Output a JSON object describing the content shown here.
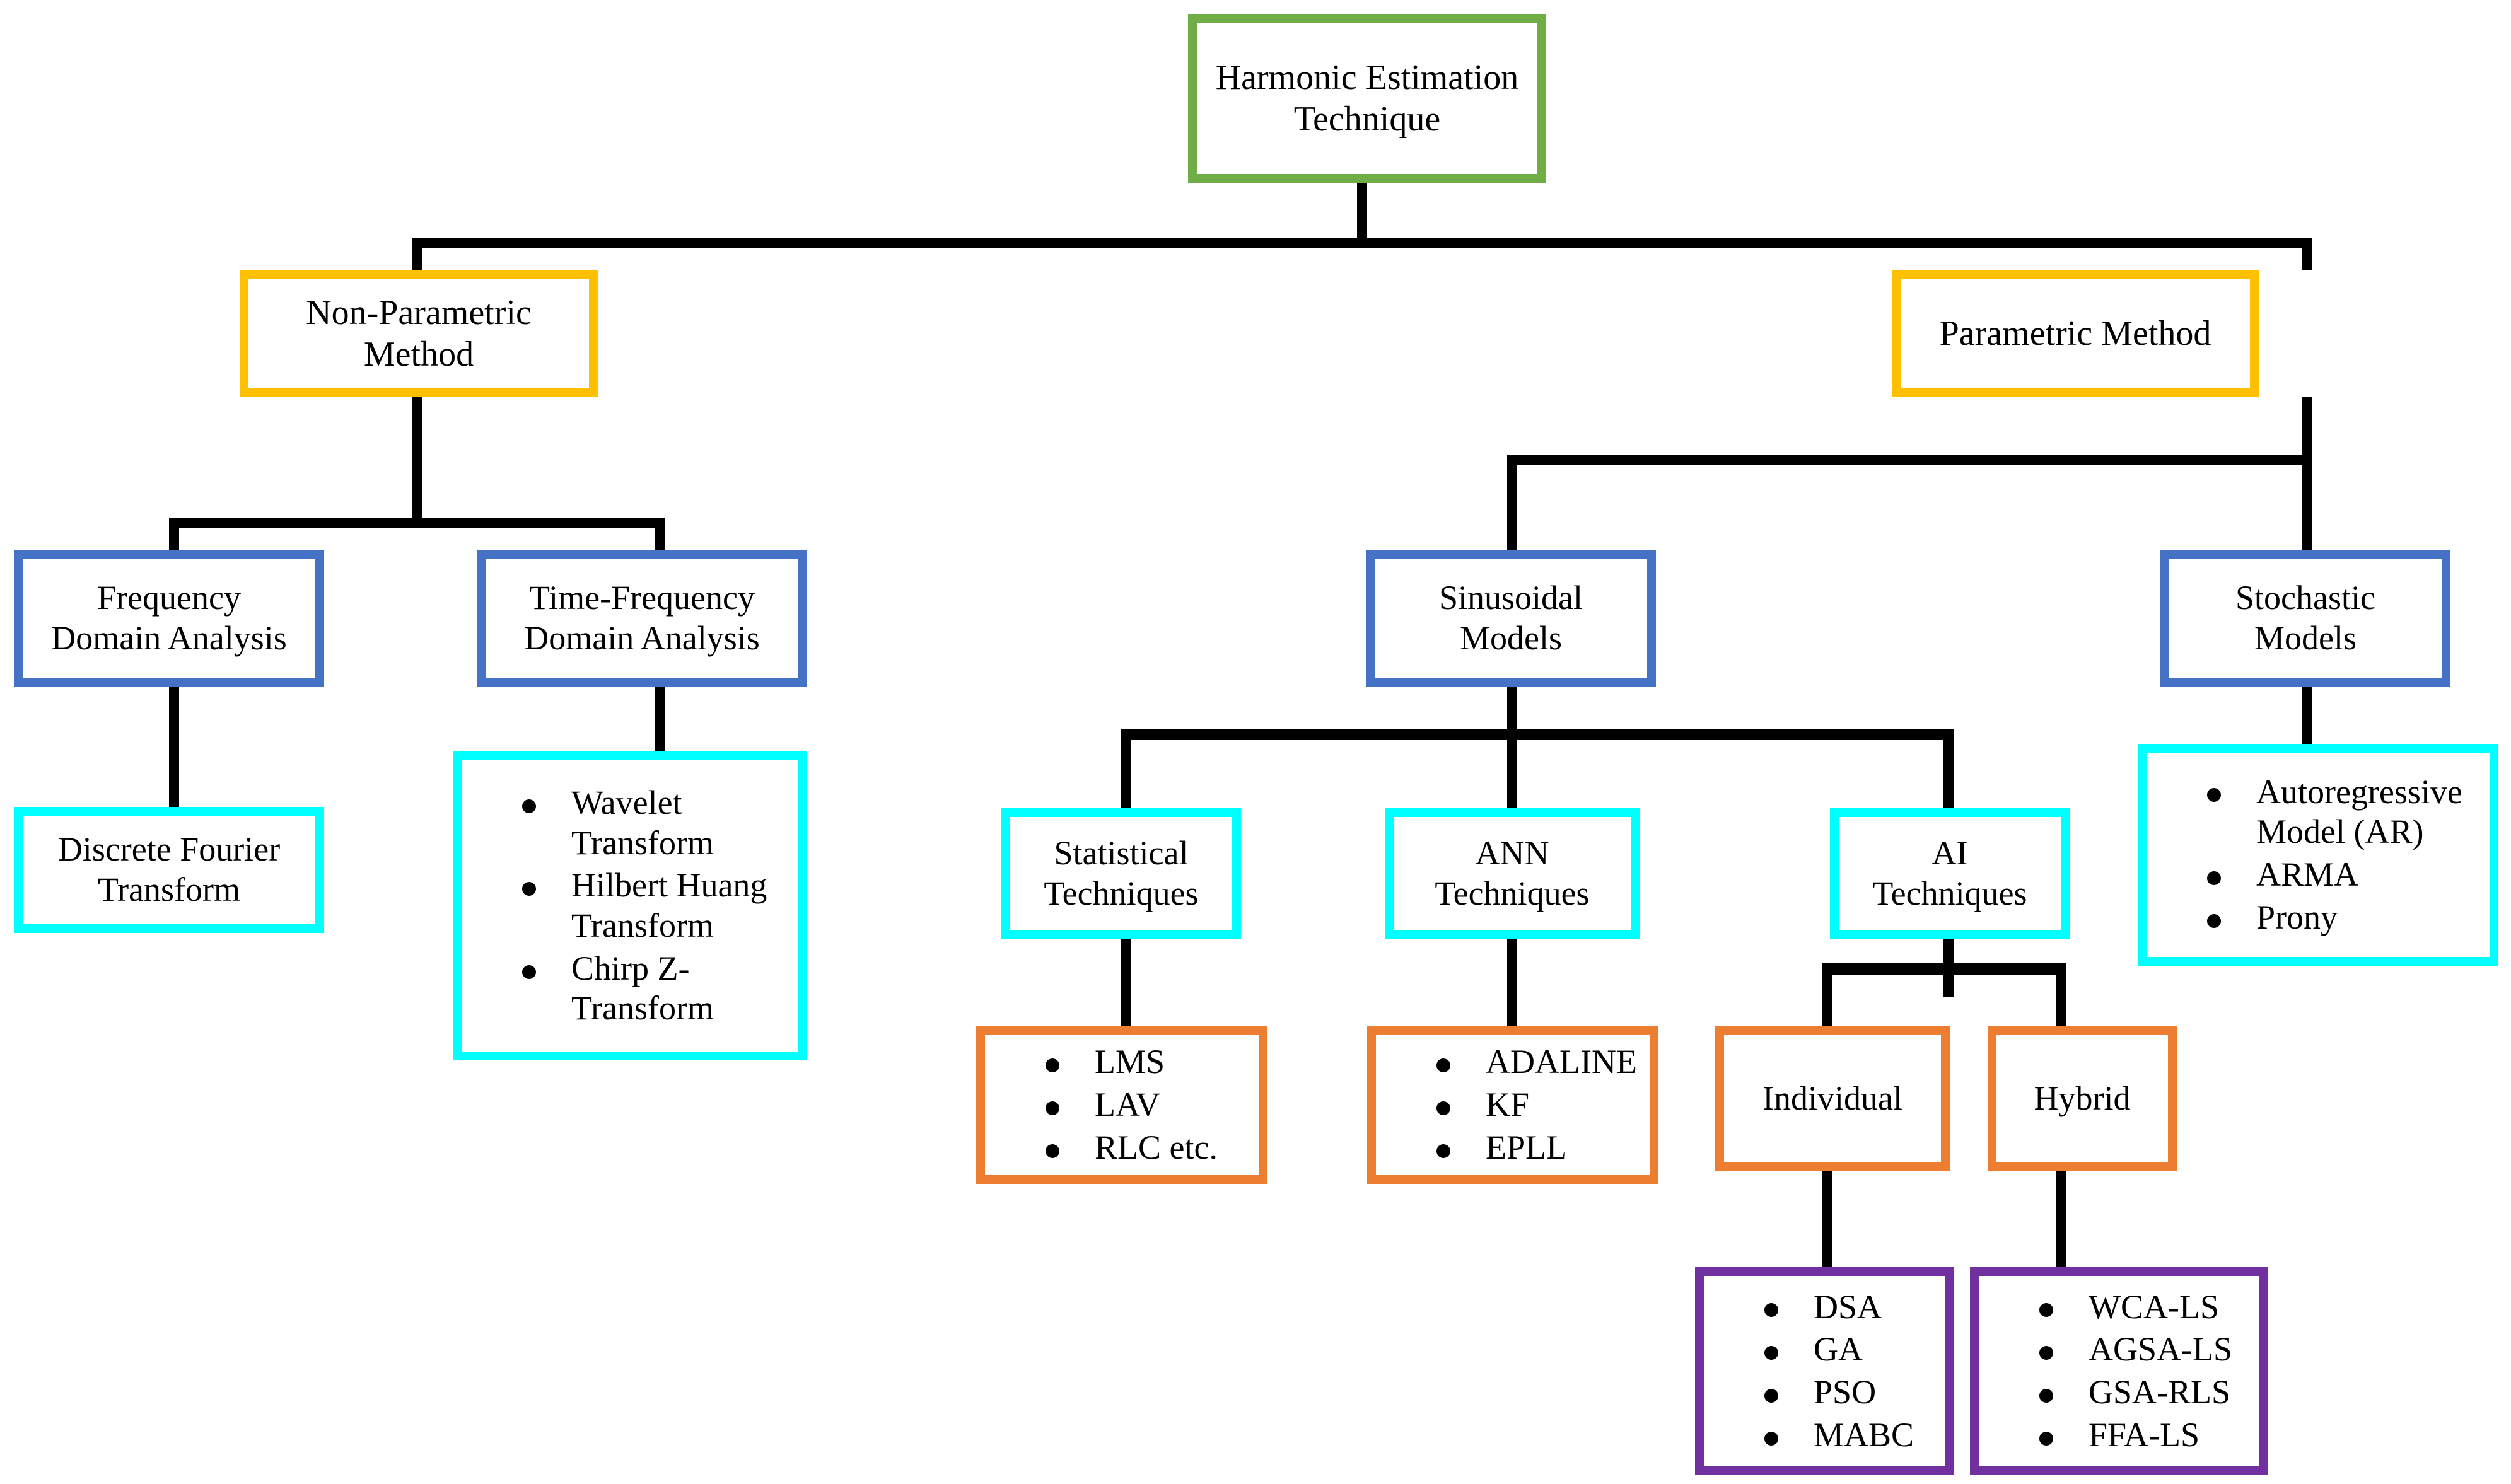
{
  "diagram": {
    "title": "Harmonic Estimation Technique taxonomy",
    "palette": {
      "root": "#70AD47",
      "level2": "#FFC000",
      "level3": "#4472C4",
      "level4": "#00FFFF",
      "level5": "#ED7D31",
      "level6": "#7030A0",
      "connector": "#000000",
      "background": "#FFFFFF",
      "text": "#000000"
    },
    "nodes": {
      "root": {
        "lines": [
          "Harmonic Estimation",
          "Technique"
        ]
      },
      "non_parametric": {
        "lines": [
          "Non-Parametric",
          "Method"
        ]
      },
      "parametric": {
        "lines": [
          "Parametric Method"
        ]
      },
      "frequency_domain": {
        "lines": [
          "Frequency",
          "Domain Analysis"
        ]
      },
      "time_frequency_domain": {
        "lines": [
          "Time-Frequency",
          "Domain Analysis"
        ]
      },
      "sinusoidal_models": {
        "lines": [
          "Sinusoidal",
          "Models"
        ]
      },
      "stochastic_models": {
        "lines": [
          "Stochastic",
          "Models"
        ]
      },
      "discrete_fourier": {
        "lines": [
          "Discrete Fourier",
          "Transform"
        ]
      },
      "time_freq_methods": {
        "items": [
          "Wavelet Transform",
          "Hilbert Huang Transform",
          "Chirp Z-Transform"
        ]
      },
      "statistical_techniques": {
        "lines": [
          "Statistical",
          "Techniques"
        ]
      },
      "ann_techniques": {
        "lines": [
          "ANN",
          "Techniques"
        ]
      },
      "ai_techniques": {
        "lines": [
          "AI",
          "Techniques"
        ]
      },
      "stochastic_methods": {
        "items": [
          "Autoregressive Model (AR)",
          "ARMA",
          "Prony"
        ]
      },
      "statistical_methods": {
        "items": [
          "LMS",
          "LAV",
          "RLC etc."
        ]
      },
      "ann_methods": {
        "items": [
          "ADALINE",
          "KF",
          "EPLL"
        ]
      },
      "individual": {
        "lines": [
          "Individual"
        ]
      },
      "hybrid": {
        "lines": [
          "Hybrid"
        ]
      },
      "individual_methods": {
        "items": [
          "DSA",
          "GA",
          "PSO",
          "MABC"
        ]
      },
      "hybrid_methods": {
        "items": [
          "WCA-LS",
          "AGSA-LS",
          "GSA-RLS",
          "FFA-LS"
        ]
      }
    }
  }
}
